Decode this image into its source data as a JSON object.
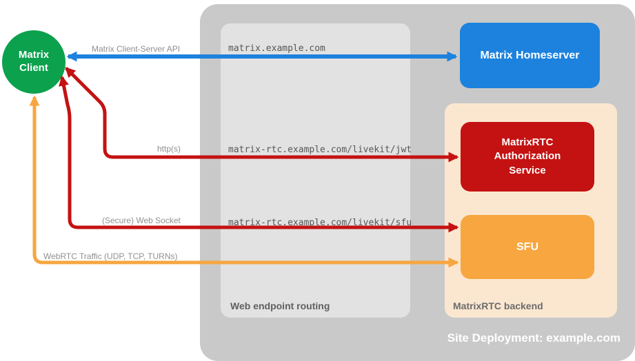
{
  "client": {
    "label": "Matrix Client"
  },
  "homeserver": {
    "label": "Matrix Homeserver"
  },
  "routing": {
    "label": "Web endpoint routing",
    "endpoints": [
      "matrix.example.com",
      "matrix-rtc.example.com/livekit/jwt",
      "matrix-rtc.example.com/livekit/sfu"
    ]
  },
  "backend": {
    "label": "MatrixRTC backend",
    "auth_service": {
      "label": "MatrixRTC Authorization Service"
    },
    "sfu": {
      "label": "SFU"
    }
  },
  "arrows": [
    {
      "label": "Matrix Client-Server API",
      "color": "#1c82de"
    },
    {
      "label": "http(s)",
      "color": "#c41212"
    },
    {
      "label": "(Secure) Web Socket",
      "color": "#c41212"
    },
    {
      "label": "WebRTC Traffic (UDP, TCP, TURNs)",
      "color": "#f7a640"
    }
  ],
  "site": {
    "label": "Site Deployment: example.com"
  },
  "colors": {
    "client": "#0ba14d",
    "homeserver": "#1c82de",
    "auth": "#c41212",
    "sfu": "#f7a640",
    "container": "#c9c9c9",
    "routing": "#e2e2e2",
    "backend": "#fbe7d0"
  }
}
